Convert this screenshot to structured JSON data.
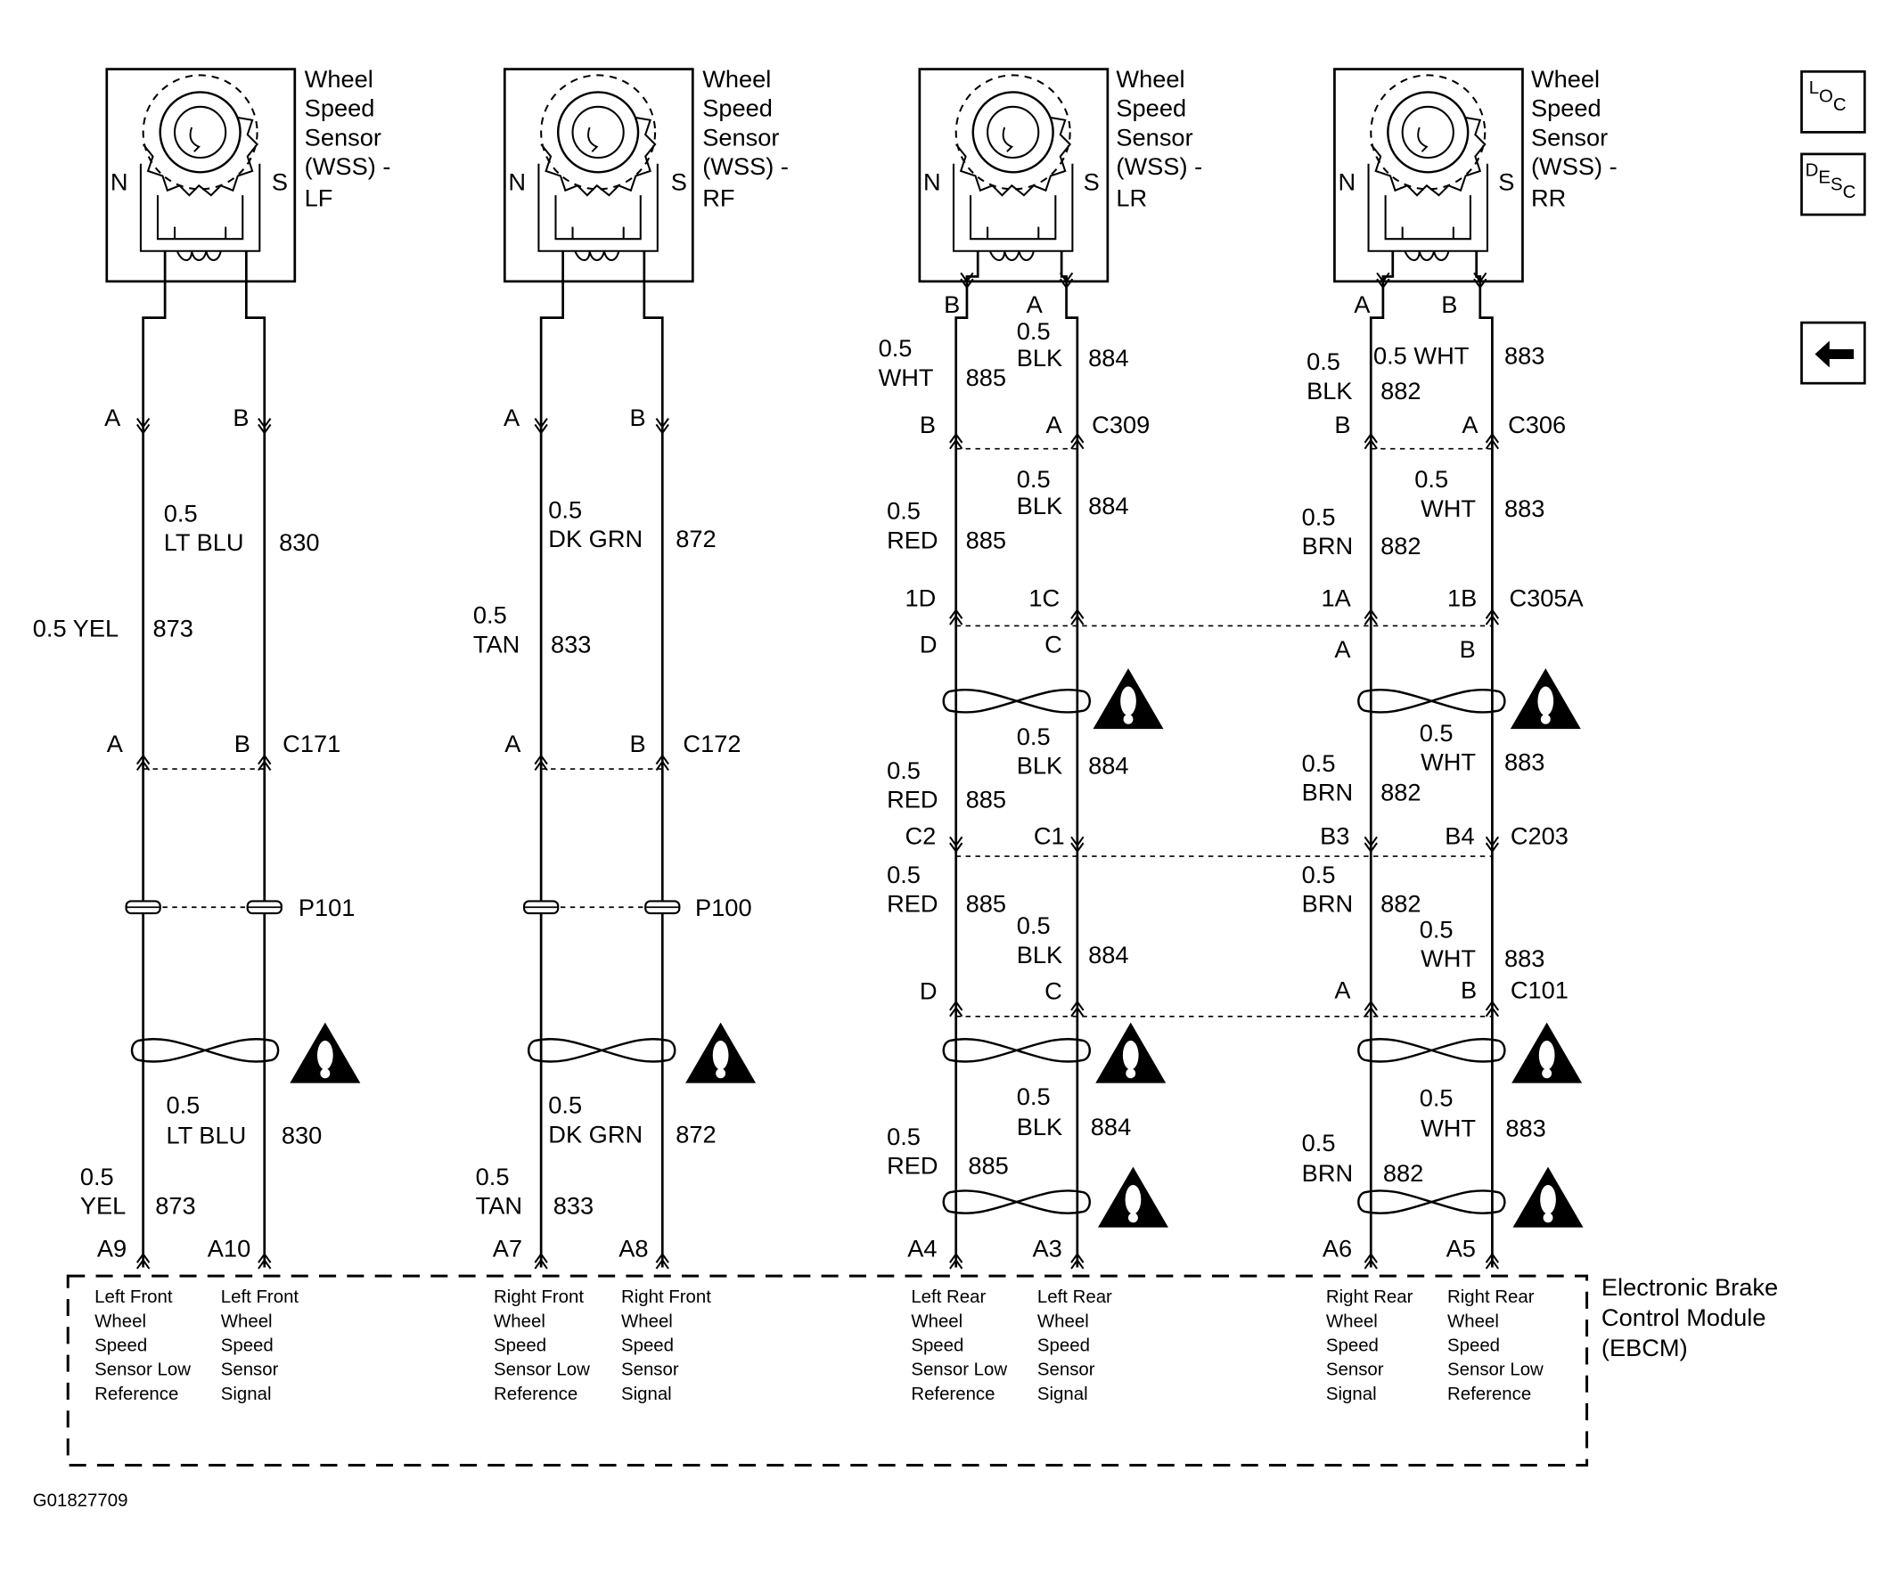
{
  "sensors": [
    {
      "title": "Wheel Speed Sensor (WSS) -",
      "pos": "LF",
      "n": "N",
      "s": "S"
    },
    {
      "title": "Wheel Speed Sensor (WSS) -",
      "pos": "RF",
      "n": "N",
      "s": "S"
    },
    {
      "title": "Wheel Speed Sensor (WSS) -",
      "pos": "LR",
      "n": "N",
      "s": "S"
    },
    {
      "title": "Wheel Speed Sensor (WSS) -",
      "pos": "RR",
      "n": "N",
      "s": "S"
    }
  ],
  "sensor_title_lines": [
    "Wheel",
    "Speed",
    "Sensor",
    "(WSS) -"
  ],
  "nav": {
    "loc": "LOC",
    "desc": "DESC",
    "back": "←"
  },
  "labels": {
    "lf_a": "A",
    "lf_b": "B",
    "lf_w1_size": "0.5",
    "lf_w1_color": "LT BLU",
    "lf_w1_num": "830",
    "lf_w2": "0.5 YEL",
    "lf_w2_num": "873",
    "lf_c_a": "A",
    "lf_c_b": "B",
    "lf_conn": "C171",
    "lf_p": "P101",
    "lf_w3_size": "0.5",
    "lf_w3_color": "LT BLU",
    "lf_w3_num": "830",
    "lf_w4_size": "0.5",
    "lf_w4_color": "YEL",
    "lf_w4_num": "873",
    "lf_pin1": "A9",
    "lf_pin2": "A10",
    "rf_a": "A",
    "rf_b": "B",
    "rf_w1_size": "0.5",
    "rf_w1_color": "DK GRN",
    "rf_w1_num": "872",
    "rf_w2_size": "0.5",
    "rf_w2_color": "TAN",
    "rf_w2_num": "833",
    "rf_c_a": "A",
    "rf_c_b": "B",
    "rf_conn": "C172",
    "rf_p": "P100",
    "rf_w3_size": "0.5",
    "rf_w3_color": "DK GRN",
    "rf_w3_num": "872",
    "rf_w4_size": "0.5",
    "rf_w4_color": "TAN",
    "rf_w4_num": "833",
    "rf_pin1": "A7",
    "rf_pin2": "A8",
    "lr_b": "B",
    "lr_a": "A",
    "lr_w1_size": "0.5",
    "lr_w1_color": "WHT",
    "lr_w1_num": "885",
    "lr_w2_size": "0.5",
    "lr_w2_color": "BLK",
    "lr_w2_num": "884",
    "lr_c309_b": "B",
    "lr_c309_a": "A",
    "lr_conn1": "C309",
    "lr_w3_size": "0.5",
    "lr_w3_color": "BLK",
    "lr_w3_num": "884",
    "lr_w4_size": "0.5",
    "lr_w4_color": "RED",
    "lr_w4_num": "885",
    "lr_1d": "1D",
    "lr_1c": "1C",
    "lr_d": "D",
    "lr_c": "C",
    "lr_w5_size": "0.5",
    "lr_w5_color": "BLK",
    "lr_w5_num": "884",
    "lr_w6_size": "0.5",
    "lr_w6_color": "RED",
    "lr_w6_num": "885",
    "lr_c2": "C2",
    "lr_c1": "C1",
    "lr_w7_size": "0.5",
    "lr_w7_color": "RED",
    "lr_w7_num": "885",
    "lr_w8_size": "0.5",
    "lr_w8_color": "BLK",
    "lr_w8_num": "884",
    "lr_d2": "D",
    "lr_c2b": "C",
    "lr_w9_size": "0.5",
    "lr_w9_color": "BLK",
    "lr_w9_num": "884",
    "lr_w10_size": "0.5",
    "lr_w10_color": "RED",
    "lr_w10_num": "885",
    "lr_pin1": "A4",
    "lr_pin2": "A3",
    "rr_a": "A",
    "rr_b": "B",
    "rr_w1_size": "0.5",
    "rr_w1_color": "BLK",
    "rr_w1_num": "882",
    "rr_w2": "0.5 WHT",
    "rr_w2_num": "883",
    "rr_c306_b": "B",
    "rr_c306_a": "A",
    "rr_conn1": "C306",
    "rr_w3_size": "0.5",
    "rr_w3_color": "WHT",
    "rr_w3_num": "883",
    "rr_w4_size": "0.5",
    "rr_w4_color": "BRN",
    "rr_w4_num": "882",
    "rr_1a": "1A",
    "rr_1b": "1B",
    "rr_conn2": "C305A",
    "rr_a2": "A",
    "rr_b2": "B",
    "rr_w5_size": "0.5",
    "rr_w5_color": "WHT",
    "rr_w5_num": "883",
    "rr_w6_size": "0.5",
    "rr_w6_color": "BRN",
    "rr_w6_num": "882",
    "rr_b3": "B3",
    "rr_b4": "B4",
    "rr_conn3": "C203",
    "rr_w7_size": "0.5",
    "rr_w7_color": "BRN",
    "rr_w7_num": "882",
    "rr_w8_size": "0.5",
    "rr_w8_color": "WHT",
    "rr_w8_num": "883",
    "rr_a3": "A",
    "rr_b5": "B",
    "rr_conn4": "C101",
    "rr_w9_size": "0.5",
    "rr_w9_color": "WHT",
    "rr_w9_num": "883",
    "rr_w10_size": "0.5",
    "rr_w10_color": "BRN",
    "rr_w10_num": "882",
    "rr_pin1": "A6",
    "rr_pin2": "A5"
  },
  "module": {
    "title_lines": [
      "Electronic Brake",
      "Control Module",
      "(EBCM)"
    ],
    "functions": [
      [
        "Left Front",
        "Wheel",
        "Speed",
        "Sensor Low",
        "Reference"
      ],
      [
        "Left Front",
        "Wheel",
        "Speed",
        "Sensor",
        "Signal"
      ],
      [
        "Right Front",
        "Wheel",
        "Speed",
        "Sensor Low",
        "Reference"
      ],
      [
        "Right Front",
        "Wheel",
        "Speed",
        "Sensor",
        "Signal"
      ],
      [
        "Left Rear",
        "Wheel",
        "Speed",
        "Sensor Low",
        "Reference"
      ],
      [
        "Left Rear",
        "Wheel",
        "Speed",
        "Sensor",
        "Signal"
      ],
      [
        "Right Rear",
        "Wheel",
        "Speed",
        "Sensor",
        "Signal"
      ],
      [
        "Right Rear",
        "Wheel",
        "Speed",
        "Sensor Low",
        "Reference"
      ]
    ]
  },
  "figure_id": "G01827709"
}
